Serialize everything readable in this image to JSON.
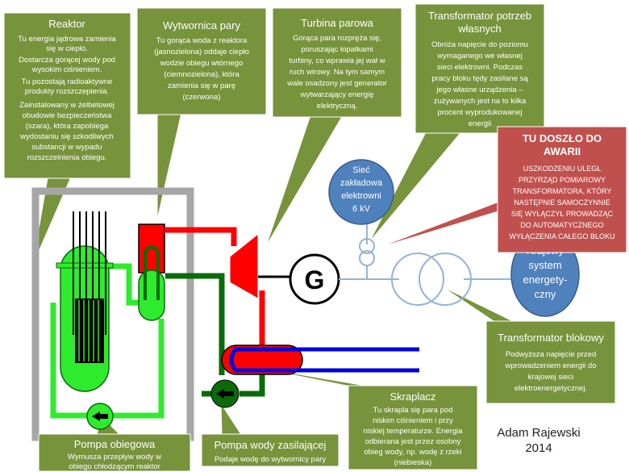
{
  "reactor": {
    "title": "Reaktor",
    "lines": [
      "Tu energia jądrowa zamienia",
      "się w ciepło.",
      "Dostarcza gorącej wody pod",
      "wysokim ciśnieniem.",
      "Tu pozostają radioaktywne",
      "produkty rozszczepienia.",
      "Zainstalowany w żelbetowej",
      "obudowie bezpieczeństwa",
      "(szara), która zapobiega",
      "wydostaniu się szkodliwych",
      "substancji w wypadu",
      "rozszczelnienia obiegu."
    ]
  },
  "steam_generator": {
    "title": "Wytwornica pary",
    "lines": [
      "Tu gorąca woda z reaktora",
      "(jasnozielona) oddaje ciepło",
      "wodzie obiegu wtórnego",
      "(ciemnozielona), która",
      "zamienia się w parę",
      "(czerwona)"
    ]
  },
  "turbine": {
    "title": "Turbina parowa",
    "lines": [
      "Gorąca para rozpręża się,",
      "poruszając łopatkami",
      "turbiny, co wprawia jej wał w",
      "ruch wirowy. Na tym samym",
      "wale osadzony jest generator",
      "wytwarzający energię",
      "elektryczną."
    ]
  },
  "aux_transformer": {
    "title_lines": [
      "Transformator potrzeb",
      "własnych"
    ],
    "lines": [
      "Obniża napięcie do poziomu",
      "wymaganego we własnej",
      "sieci elektrowni. Podczas",
      "pracy bloku tędy zasilane są",
      "jego własne urządzenia –",
      "zużywanych jest na to kilka",
      "procent wyprodukowanej",
      "energii"
    ]
  },
  "failure": {
    "title_lines": [
      "TU DOSZŁO DO",
      "AWARII"
    ],
    "lines": [
      "USZKODZENIU ULEGŁ",
      "PRZYRZĄD POMIAROWY",
      "TRANSFORMATORA, KTÓRY",
      "NASTĘPNIE SAMOCZYNNIE",
      "SIĘ WYŁĄCZYŁ PROWADZĄC",
      "DO AUTOMATYCZNEGO",
      "WYŁĄCZENIA CAŁEGO BLOKU"
    ]
  },
  "plant_grid": {
    "lines": [
      "Sieć",
      "zakładowa",
      "elektrowni",
      "6 kV"
    ]
  },
  "national_grid": {
    "lines": [
      "Krajowy",
      "system",
      "energety-",
      "czny"
    ]
  },
  "generator": {
    "label": "G"
  },
  "block_transformer": {
    "title": "Transformator blokowy",
    "lines": [
      "Podwyższa napięcie przed",
      "wprowadzeniem energii do",
      "krajowej sieci",
      "elektroenergetycznej."
    ]
  },
  "condenser": {
    "title": "Skraplacz",
    "lines": [
      "Tu skrapla się para pod",
      "niskim ciśnieniem i przy",
      "niskiej temperaturze. Energia",
      "odbierana jest przez osobny",
      "obieg wody, np. wodę z rzeki",
      "(niebieska)"
    ]
  },
  "main_pump": {
    "title": "Pompa obiegowa",
    "lines": [
      "Wymusza przepływ wody w",
      "obiegu chłodzącym reaktor"
    ]
  },
  "feed_pump": {
    "title": "Pompa wody zasilającej",
    "lines": [
      "Podaje wodę do wytwornicy pary"
    ]
  },
  "signature": {
    "name": "Adam Rajewski",
    "year": "2014"
  },
  "colors": {
    "callout_green": "#77933c",
    "callout_border": "#ffffff",
    "failure_red": "#c0504d",
    "circle_blue": "#4f81bd",
    "primary_green": "#2eeb2e",
    "secondary_green": "#0a6b0a",
    "steam_red": "#ff0000",
    "cooling_blue": "#0000dd",
    "electric_blue": "#95b3d7",
    "containment_gray": "#a6a6a6"
  }
}
